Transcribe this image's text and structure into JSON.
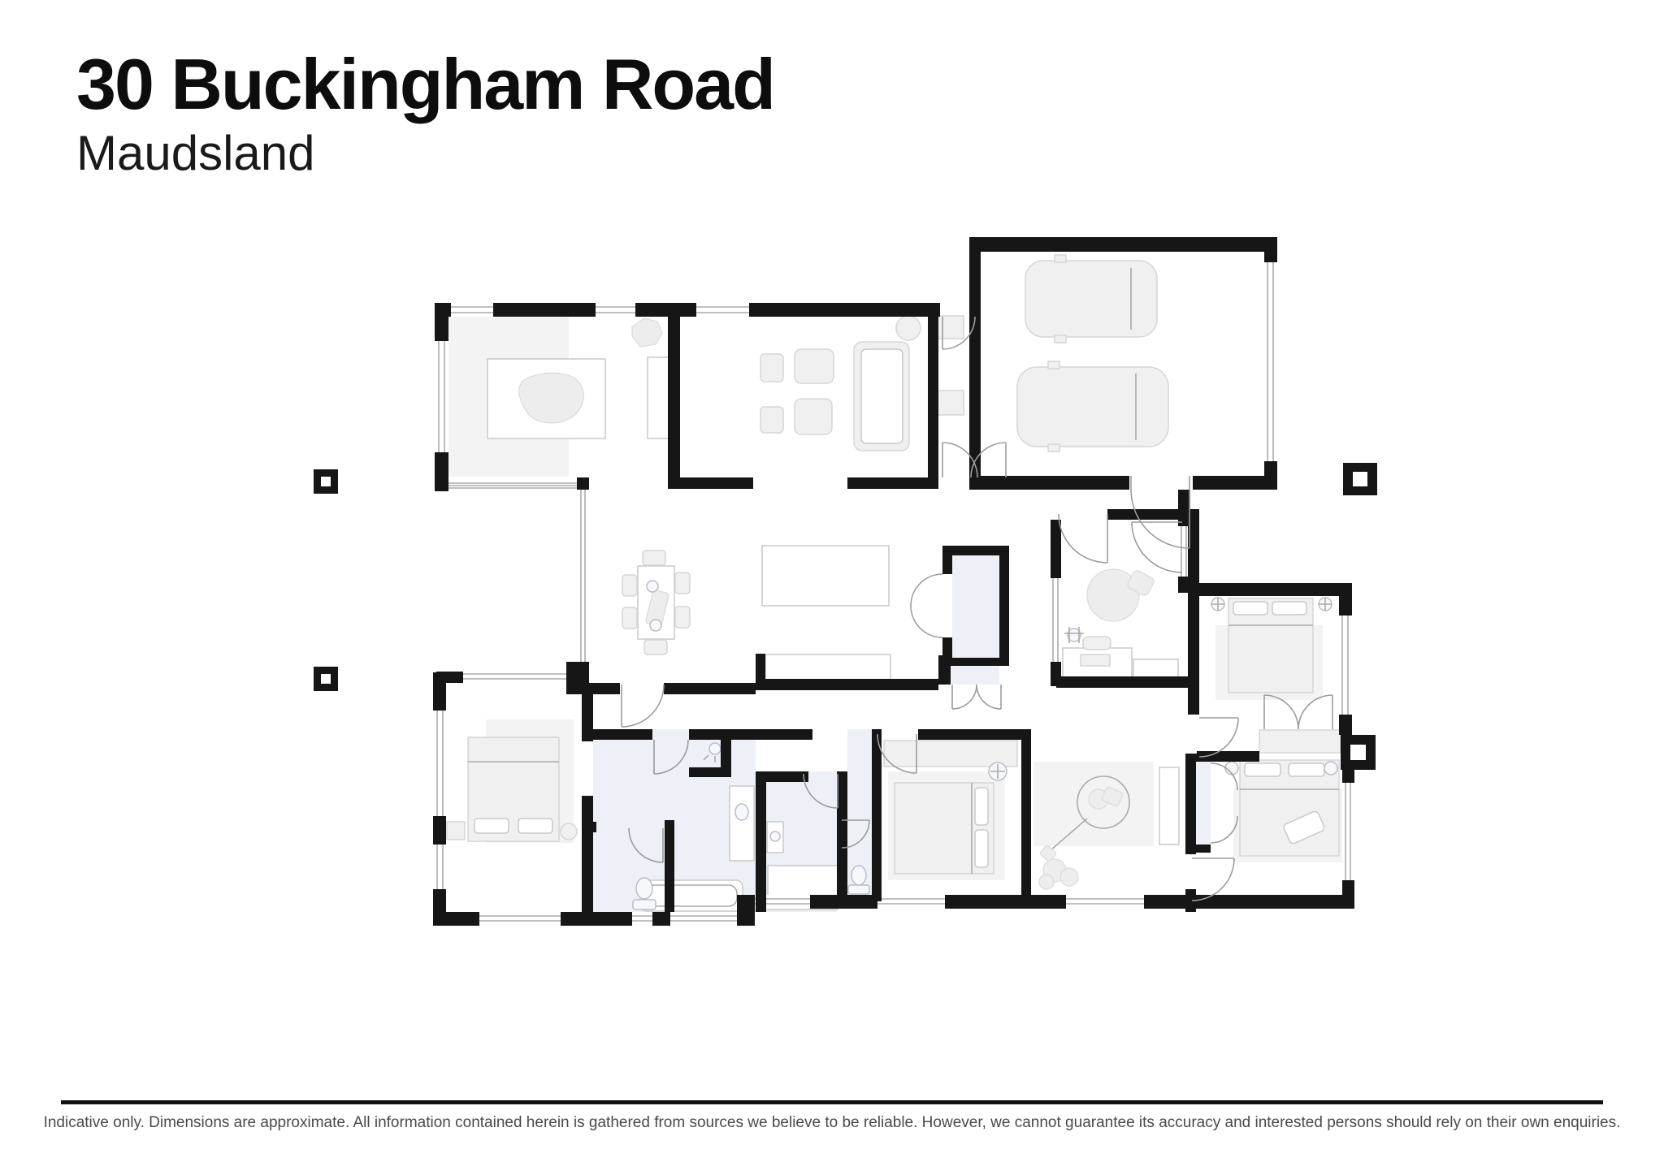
{
  "page": {
    "title": "30 Buckingham Road",
    "subtitle": "Maudsland",
    "disclaimer": "Indicative only. Dimensions are approximate. All information contained herein is gathered from sources we believe to be reliable. However, we cannot guarantee its accuracy and interested persons should rely on their own enquiries."
  },
  "colors": {
    "wall": "#161616",
    "wet": "#edf0f7",
    "furn": "#f0f0f0",
    "furnStroke": "#d6d6d6",
    "line": "#ababab",
    "divider": "#101010",
    "disclaimerText": "#4a4a4a"
  }
}
